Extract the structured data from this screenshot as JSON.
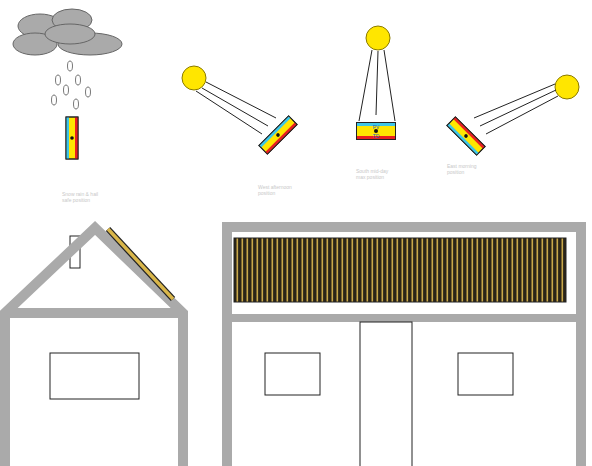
{
  "diagram": {
    "nodes": [
      {
        "text": [
          "PV",
          "TD"
        ]
      }
    ],
    "labels": [
      "Snow rain & hail safe position",
      "West afternoon position",
      "South mid-day max position",
      "East morning position"
    ]
  }
}
